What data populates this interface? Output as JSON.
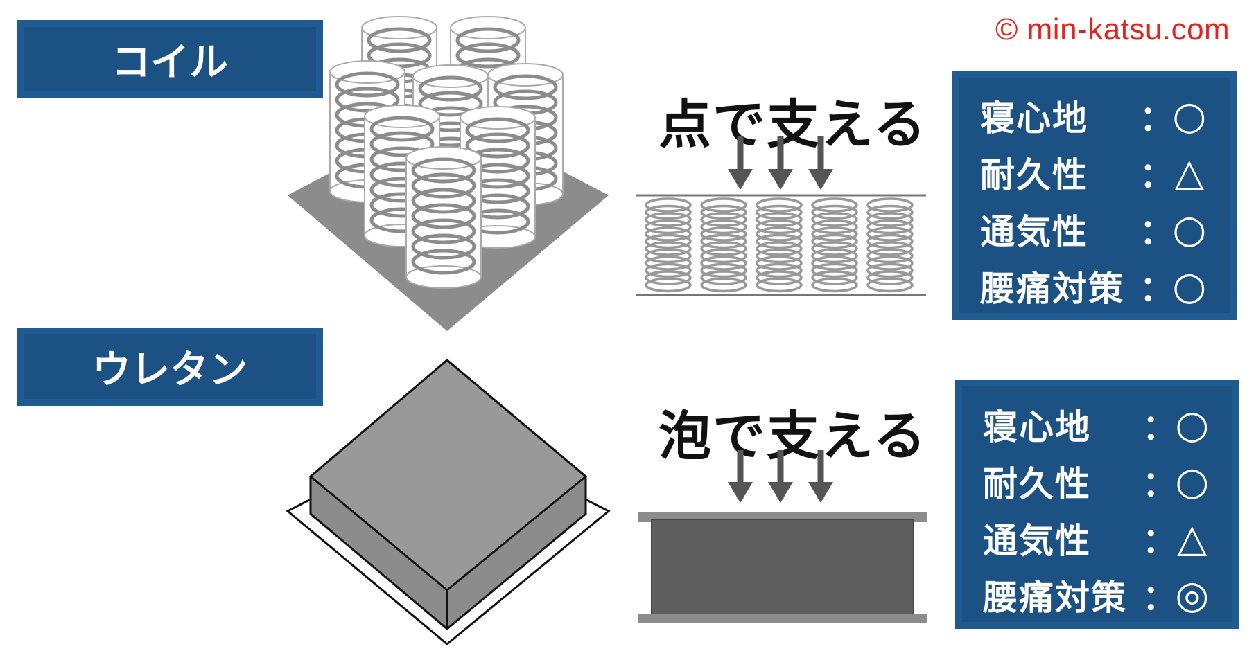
{
  "copyright": "© min-katsu.com",
  "sections": [
    {
      "label": "コイル",
      "support_text": "点で支える",
      "ratings": [
        {
          "name": "寝心地",
          "sep": "：",
          "value": "○"
        },
        {
          "name": "耐久性",
          "sep": "：",
          "value": "△"
        },
        {
          "name": "通気性",
          "sep": "：",
          "value": "○"
        },
        {
          "name": "腰痛対策",
          "sep": "：",
          "value": "○"
        }
      ]
    },
    {
      "label": "ウレタン",
      "support_text": "泡で支える",
      "ratings": [
        {
          "name": "寝心地",
          "sep": "：",
          "value": "○"
        },
        {
          "name": "耐久性",
          "sep": "：",
          "value": "○"
        },
        {
          "name": "通気性",
          "sep": "：",
          "value": "△"
        },
        {
          "name": "腰痛対策",
          "sep": "：",
          "value": "◎"
        }
      ]
    }
  ],
  "colors": {
    "panel": "#1c5283",
    "copyright": "#e5231e",
    "diagram_gray": "#8c8c8c"
  }
}
